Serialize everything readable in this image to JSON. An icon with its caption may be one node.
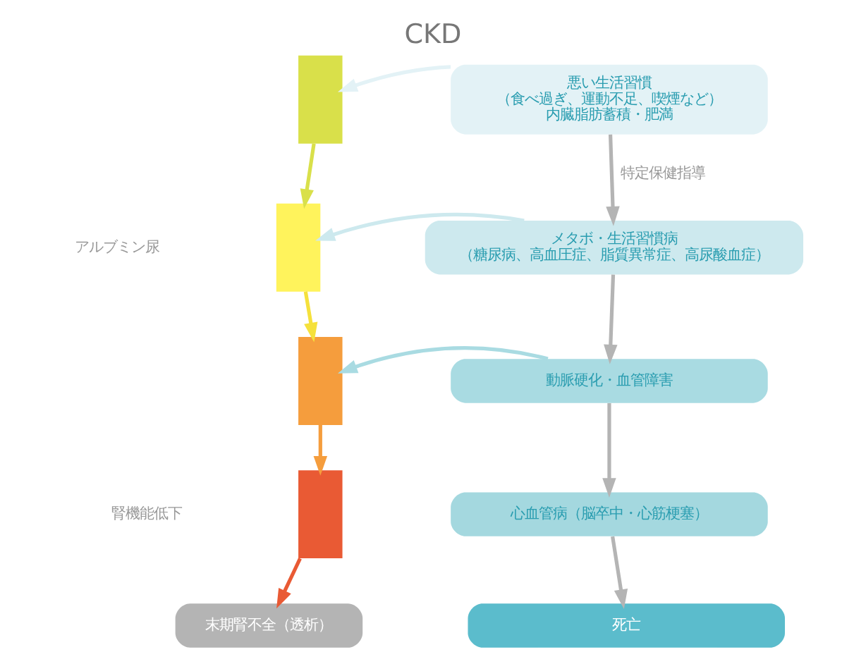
{
  "diagram": {
    "title": "CKD",
    "nodes": [
      {
        "text": [],
        "shape": "bar"
      },
      {
        "text": [],
        "shape": "bar"
      },
      {
        "text": [],
        "shape": "bar"
      },
      {
        "text": [],
        "shape": "bar"
      },
      {
        "text": [
          "末期腎不全（透析）"
        ]
      },
      {
        "text": [
          "悪い生活習慣",
          "（食べ過ぎ、運動不足、喫煙など）",
          "内臓脂肪蓄積・肥満"
        ]
      },
      {
        "text": [
          "メタボ・生活習慣病",
          "（糖尿病、高血圧症、脂質異常症、高尿酸血症）"
        ]
      },
      {
        "text": [
          "動脈硬化・血管障害"
        ]
      },
      {
        "text": [
          "心血管病（脳卒中・心筋梗塞）"
        ]
      },
      {
        "text": [
          "死亡"
        ]
      }
    ],
    "edges": [
      {
        "from": 0,
        "to": 1,
        "arrow": "to",
        "color": "#d9e04a"
      },
      {
        "from": 1,
        "to": 2,
        "arrow": "to",
        "color": "#f5e13c"
      },
      {
        "from": 2,
        "to": 3,
        "arrow": "to",
        "color": "#f59d3d"
      },
      {
        "from": 3,
        "to": 4,
        "arrow": "to",
        "color": "#e95a34"
      },
      {
        "from": 5,
        "to": 0,
        "arrow": "to",
        "color": "#e3f2f6"
      },
      {
        "from": 6,
        "to": 1,
        "arrow": "to",
        "color": "#cde9ee"
      },
      {
        "from": 7,
        "to": 2,
        "arrow": "to",
        "color": "#a9dbe2"
      },
      {
        "from": 5,
        "to": 6,
        "arrow": "to",
        "label": "特定保健指導",
        "color": "#b4b4b4"
      },
      {
        "from": 6,
        "to": 7,
        "arrow": "to",
        "color": "#b4b4b4"
      },
      {
        "from": 7,
        "to": 8,
        "arrow": "to",
        "color": "#b4b4b4"
      },
      {
        "from": 8,
        "to": 9,
        "arrow": "to",
        "color": "#b4b4b4"
      }
    ],
    "labels": [
      "アルブミン尿",
      "腎機能低下"
    ]
  }
}
